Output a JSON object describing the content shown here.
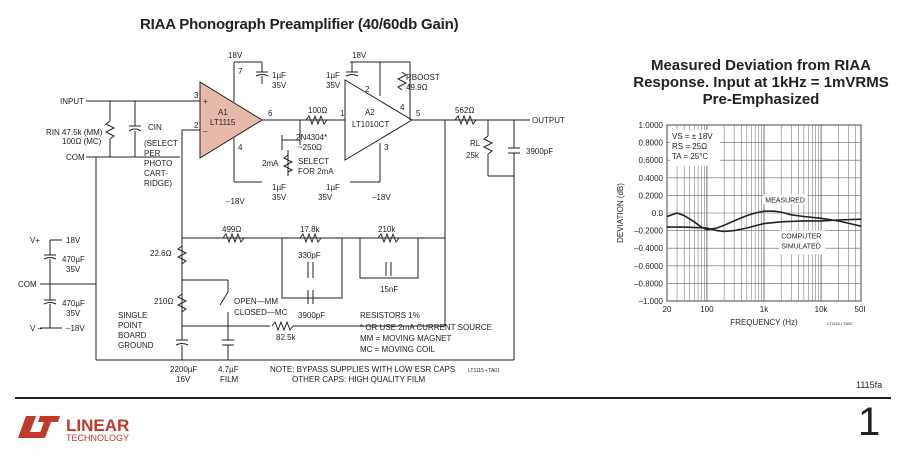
{
  "schematic": {
    "title": "RIAA Phonograph Preamplifier (40/60db Gain)",
    "labels": {
      "input": "INPUT",
      "com": "COM",
      "output": "OUTPUT",
      "v18_top1": "18V",
      "v18_top2": "18V",
      "a1": "A1",
      "a1_part": "LT1115",
      "a2": "A2",
      "a2_part": "LT1010CT",
      "rboost": "RBOOST",
      "rboost_val": "49.9Ω",
      "c1u_35_a": "1µF",
      "c1u_35_a2": "35V",
      "c1u_35_b": "1µF",
      "c1u_35_b2": "35V",
      "c1u_35_c": "1µF",
      "c1u_35_c2": "35V",
      "c1u_35_d": "1µF",
      "c1u_35_d2": "35V",
      "r100": "100Ω",
      "r562": "562Ω",
      "rl": "RL",
      "rl_val": "25k",
      "c3900": "3900pF",
      "rin": "RIN 47.5k (MM)",
      "rin2": "100Ω (MC)",
      "cin": "CIN",
      "cin_note": [
        "(SELECT",
        "PER",
        "PHOTO",
        "CART-",
        "RIDGE)"
      ],
      "jfet": "2N4304*",
      "pot": "~250Ω",
      "i2ma": "2mA",
      "select2ma": "SELECT",
      "select2ma2": "FOR 2mA",
      "neg18a": "–18V",
      "neg18b": "–18V",
      "r499": "499Ω",
      "r178k": "17.8k",
      "r210k": "210k",
      "c330": "330pF",
      "c15n": "15nF",
      "c3900b": "3900pF",
      "r226": "22.6Ω",
      "r210": "210Ω",
      "open_mm": "OPEN—MM",
      "closed_mc": "CLOSED—MC",
      "r825k": "82.5k",
      "vplus": "V+",
      "vplus_val": "18V",
      "vminus": "V –",
      "vminus_val": "–18V",
      "c470a": "470µF",
      "c470a2": "35V",
      "c470b": "470µF",
      "c470b2": "35V",
      "com2": "COM",
      "spg": [
        "SINGLE",
        "POINT",
        "BOARD",
        "GROUND"
      ],
      "c2200": "2200µF",
      "c2200v": "16V",
      "c47": "4.7µF",
      "c47f": "FILM",
      "notes": [
        "RESISTORS 1%",
        "* OR USE 2mA CURRENT SOURCE",
        "MM = MOVING MAGNET",
        "MC = MOVING COIL"
      ],
      "bypass": "NOTE: BYPASS SUPPLIES WITH LOW ESR CAPS",
      "bypass2": "OTHER CAPS: HIGH QUALITY FILM",
      "pin3": "3",
      "pin2": "2",
      "pin7": "7",
      "pin4": "4",
      "pin6": "6",
      "pin1": "1",
      "pin2b": "2",
      "pin4b": "4",
      "pin5": "5",
      "pin3b": "3",
      "plus": "+",
      "minus": "–",
      "ref": "LT1115 • TA01"
    }
  },
  "chart_title": [
    "Measured Deviation from RIAA",
    "Response. Input at 1kHz = 1mVRMS",
    "Pre-Emphasized"
  ],
  "chart_data": {
    "type": "line",
    "ylabel": "DEVIATION (dB)",
    "xlabel": "FREQUENCY (Hz)",
    "xscale": "log",
    "xlim": [
      20,
      50000
    ],
    "ylim": [
      -1.0,
      1.0
    ],
    "yticks": [
      "1.0000",
      "0.8000",
      "0.6000",
      "0.4000",
      "0.2000",
      "0.0",
      "–0.2000",
      "–0.4000",
      "–0.6000",
      "–0.8000",
      "–1.000"
    ],
    "xticks": [
      {
        "v": 20,
        "t": "20"
      },
      {
        "v": 100,
        "t": "100"
      },
      {
        "v": 1000,
        "t": "1k"
      },
      {
        "v": 10000,
        "t": "10k"
      },
      {
        "v": 50000,
        "t": "50k"
      }
    ],
    "conditions": [
      "VS = ± 18V",
      "RS = 25Ω",
      "TA = 25°C"
    ],
    "annotations": [
      "MEASURED",
      "COMPUTER",
      "SIMULATED"
    ],
    "ref": "LT1115 • TA02",
    "grid": true,
    "series": [
      {
        "name": "MEASURED",
        "x": [
          20,
          30,
          40,
          60,
          80,
          100,
          150,
          200,
          300,
          500,
          700,
          1000,
          1500,
          2000,
          3000,
          5000,
          10000,
          20000,
          50000
        ],
        "y": [
          -0.04,
          0.0,
          -0.03,
          -0.1,
          -0.16,
          -0.19,
          -0.17,
          -0.14,
          -0.09,
          -0.03,
          0.0,
          0.02,
          0.02,
          0.01,
          -0.02,
          -0.04,
          -0.06,
          -0.09,
          -0.15
        ]
      },
      {
        "name": "COMPUTER SIMULATED",
        "x": [
          20,
          40,
          100,
          150,
          200,
          300,
          500,
          1000,
          2000,
          5000,
          10000,
          20000,
          50000
        ],
        "y": [
          -0.16,
          -0.16,
          -0.17,
          -0.2,
          -0.21,
          -0.2,
          -0.17,
          -0.12,
          -0.1,
          -0.09,
          -0.09,
          -0.08,
          -0.07
        ]
      }
    ]
  },
  "page_ref": "1115fa",
  "footer": {
    "logo_line1": "LINEAR",
    "logo_line2": "TECHNOLOGY",
    "page_number": "1"
  }
}
